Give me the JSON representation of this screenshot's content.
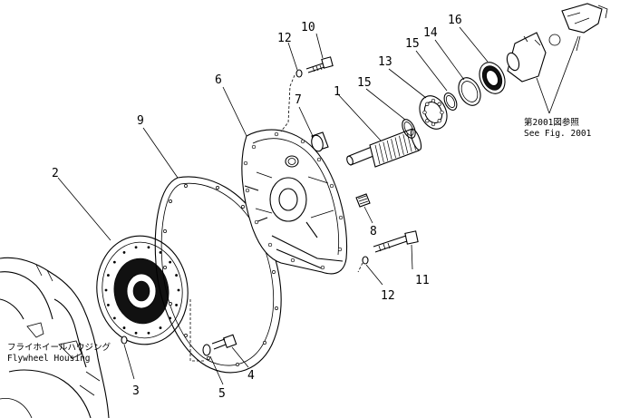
{
  "callouts": {
    "c1": "1",
    "c2": "2",
    "c3": "3",
    "c4": "4",
    "c5": "5",
    "c6": "6",
    "c7": "7",
    "c8": "8",
    "c9": "9",
    "c10": "10",
    "c11": "11",
    "c12a": "12",
    "c12b": "12",
    "c13": "13",
    "c14": "14",
    "c15a": "15",
    "c15b": "15",
    "c16": "16"
  },
  "notes": {
    "flywheel_jp": "フライホイールハウジング",
    "flywheel_en": "Flywheel Housing",
    "seefig_jp": "第2001図参照",
    "seefig_en": "See Fig. 2001"
  }
}
